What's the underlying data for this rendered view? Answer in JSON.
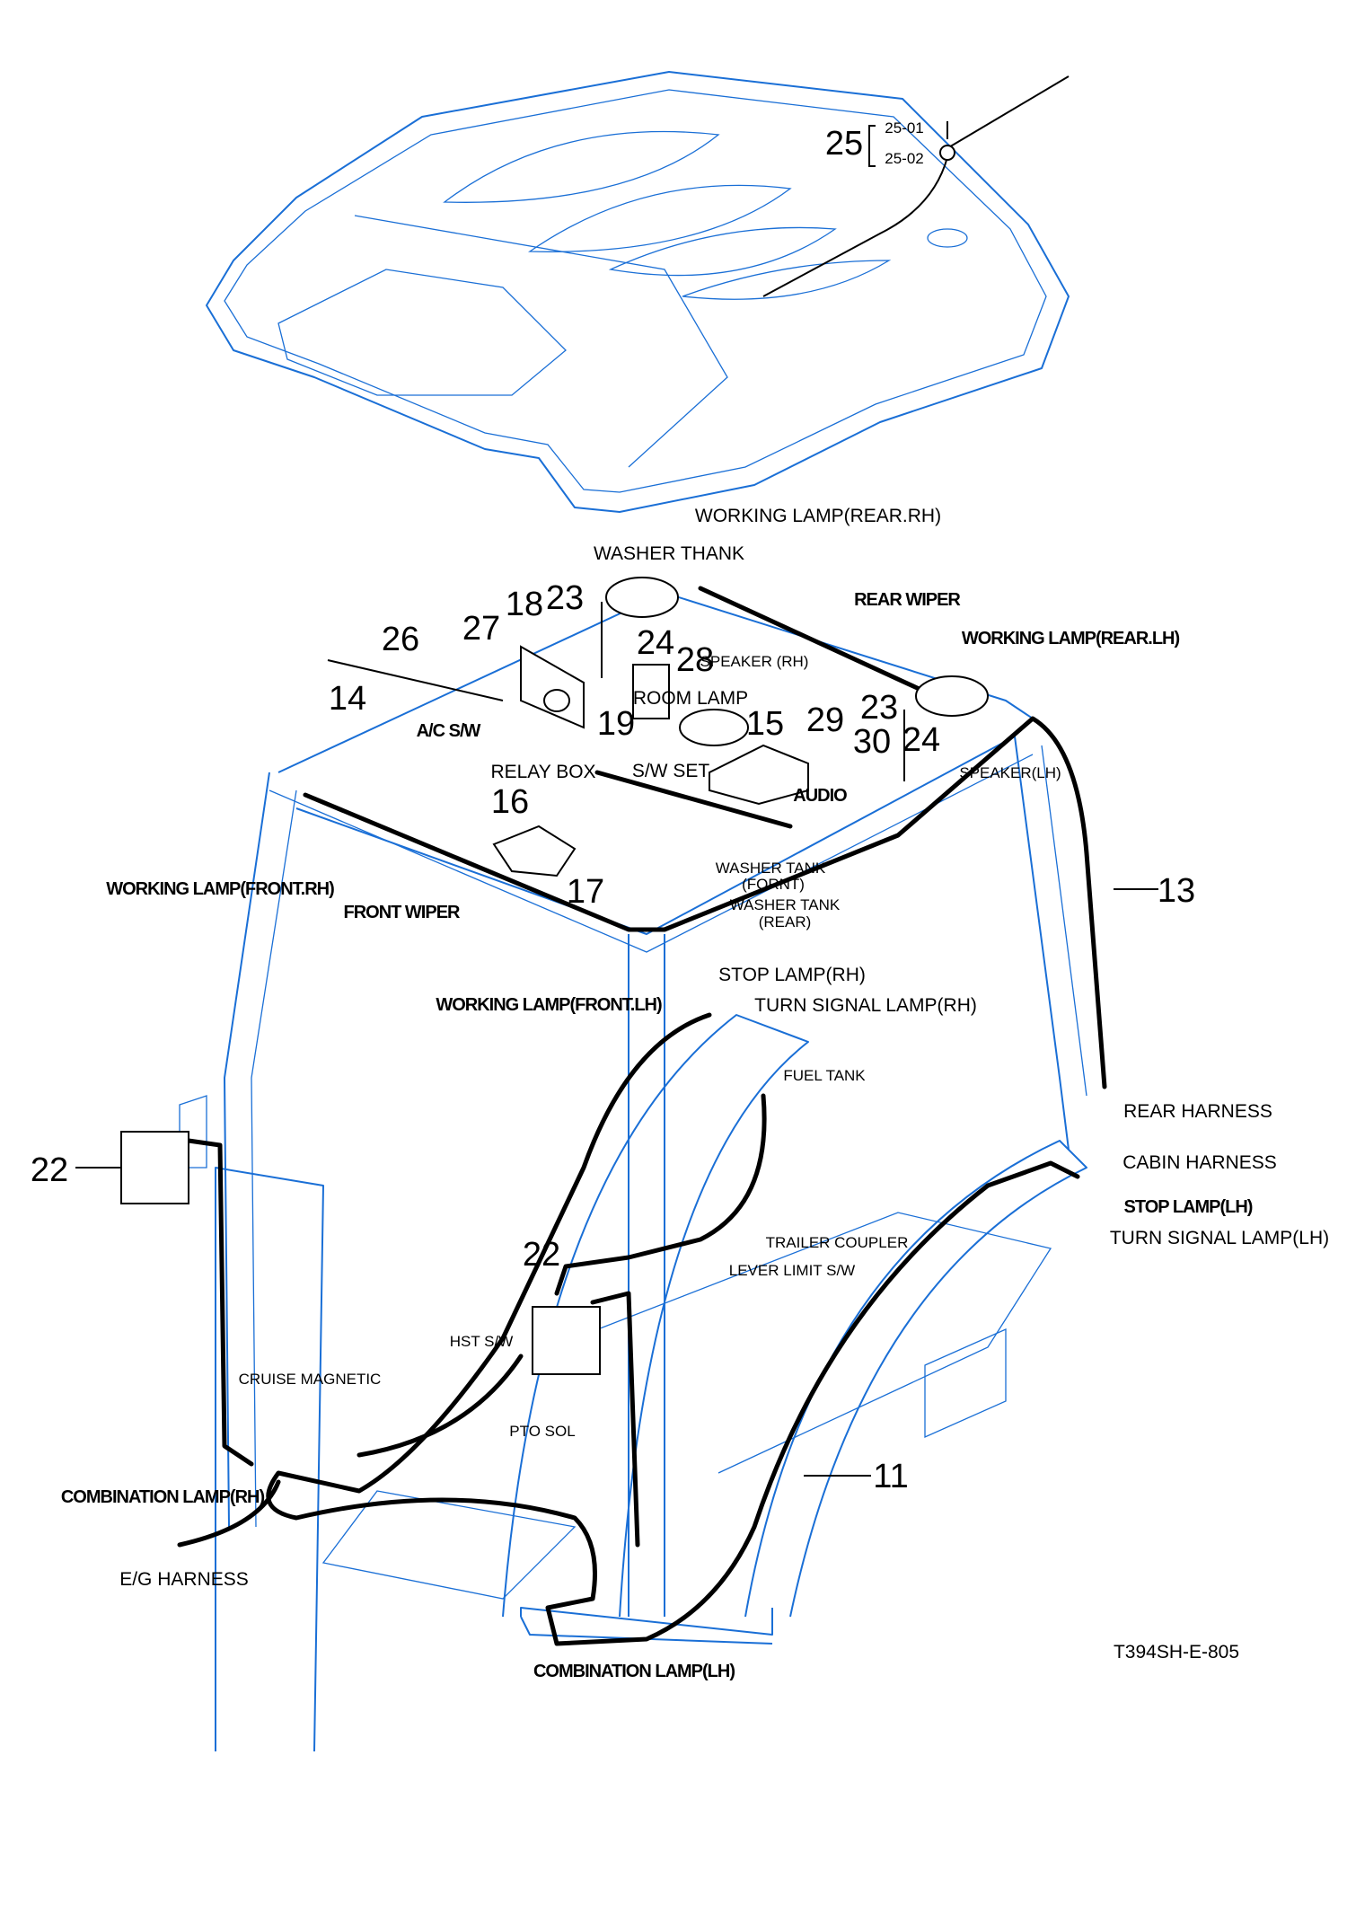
{
  "diagram": {
    "drawing_code": "T394SH-E-805",
    "antenna_callout": {
      "number": "25",
      "sub_parts": [
        "25-01",
        "25-02"
      ]
    },
    "part_numbers": [
      "23",
      "18",
      "27",
      "26",
      "24",
      "28",
      "14",
      "19",
      "15",
      "29",
      "23",
      "30",
      "24",
      "16",
      "17",
      "13",
      "22",
      "22",
      "11"
    ],
    "labels": {
      "working_lamp_rear_rh": "WORKING LAMP(REAR.RH)",
      "washer_thank": "WASHER THANK",
      "rear_wiper": "REAR WIPER",
      "working_lamp_rear_lh": "WORKING LAMP(REAR.LH)",
      "speaker_rh": "SPEAKER (RH)",
      "room_lamp": "ROOM LAMP",
      "ac_sw": "A/C S/W",
      "relay_box": "RELAY BOX",
      "sw_set": "S/W SET",
      "audio": "AUDIO",
      "speaker_lh": "SPEAKER(LH)",
      "working_lamp_front_rh": "WORKING LAMP(FRONT.RH)",
      "front_wiper": "FRONT WIPER",
      "washer_tank_front_1": "WASHER TANK",
      "washer_tank_front_2": "(FORNT)",
      "washer_tank_rear_1": "WASHER TANK",
      "washer_tank_rear_2": "(REAR)",
      "stop_lamp_rh": "STOP LAMP(RH)",
      "turn_signal_lamp_rh": "TURN SIGNAL LAMP(RH)",
      "working_lamp_front_lh": "WORKING LAMP(FRONT.LH)",
      "fuel_tank": "FUEL TANK",
      "rear_harness": "REAR HARNESS",
      "cabin_harness": "CABIN HARNESS",
      "stop_lamp_lh": "STOP LAMP(LH)",
      "turn_signal_lamp_lh": "TURN SIGNAL LAMP(LH)",
      "trailer_coupler": "TRAILER COUPLER",
      "lever_limit_sw": "LEVER LIMIT S/W",
      "hst_sw": "HST S/W",
      "cruise_magnetic": "CRUISE MAGNETIC",
      "pto_sol": "PTO SOL",
      "combination_lamp_rh": "COMBINATION LAMP(RH)",
      "eg_harness": "E/G HARNESS",
      "combination_lamp_lh": "COMBINATION LAMP(LH)"
    },
    "colors": {
      "frame": "#1a6fd6",
      "harness": "#000000"
    }
  }
}
